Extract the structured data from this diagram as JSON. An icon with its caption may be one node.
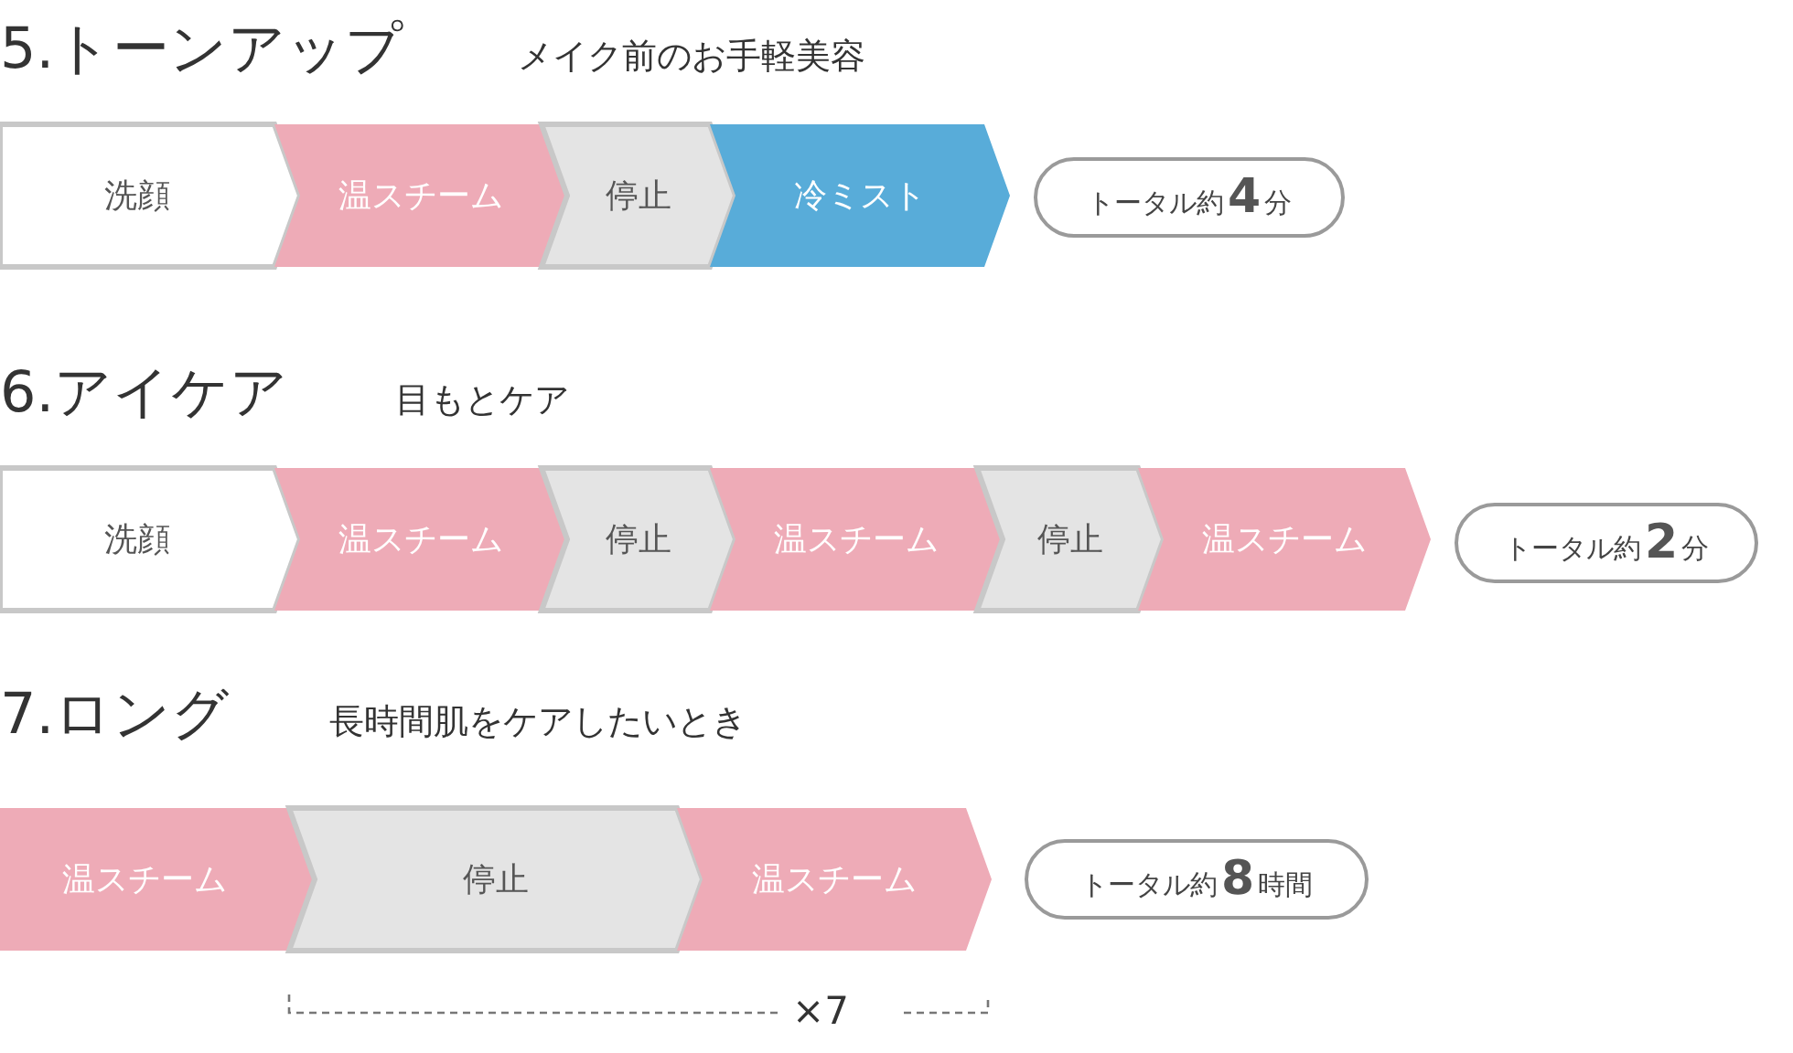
{
  "diagram": {
    "nodes": [
      {
        "text": [
          "洗顔"
        ]
      },
      {
        "text": [
          "温スチーム"
        ]
      },
      {
        "text": [
          "停止"
        ]
      },
      {
        "text": [
          "冷ミスト"
        ]
      },
      {
        "text": [
          "トータル約**4**分"
        ]
      },
      {
        "text": [
          "洗顔"
        ]
      },
      {
        "text": [
          "温スチーム"
        ]
      },
      {
        "text": [
          "停止"
        ]
      },
      {
        "text": [
          "温スチーム"
        ]
      },
      {
        "text": [
          "停止"
        ]
      },
      {
        "text": [
          "温スチーム"
        ]
      },
      {
        "text": [
          "トータル約**2**分"
        ]
      },
      {
        "text": [
          "温スチーム"
        ]
      },
      {
        "text": [
          "停止"
        ]
      },
      {
        "text": [
          "温スチーム"
        ]
      },
      {
        "text": [
          "トータル約**8**時間"
        ]
      }
    ],
    "labels": [
      "5.トーンアップ",
      "メイク前のお手軽美容",
      "6.アイケア",
      "目もとケア",
      "7.ロング",
      "長時間肌をケアしたいとき",
      "×7"
    ]
  }
}
